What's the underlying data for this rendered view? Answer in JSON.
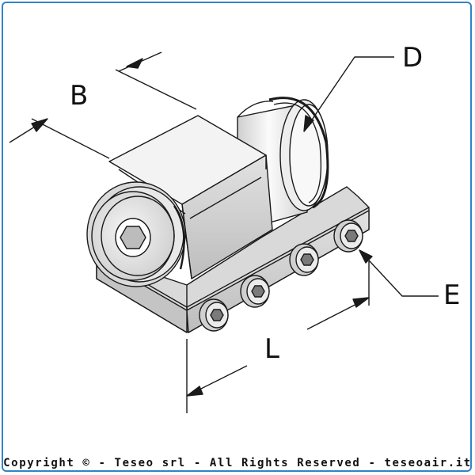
{
  "labels": {
    "b": "B",
    "d": "D",
    "e": "E",
    "l": "L"
  },
  "footer": {
    "text": "Copyright © - Teseo srl - All Rights Reserved - teseoair.it"
  },
  "colors": {
    "frame": "#2f84c8",
    "line": "#1a1a1a",
    "body_light": "#f4f4f4",
    "body_mid": "#d6d6d6",
    "body_dark": "#a8a8a8"
  }
}
